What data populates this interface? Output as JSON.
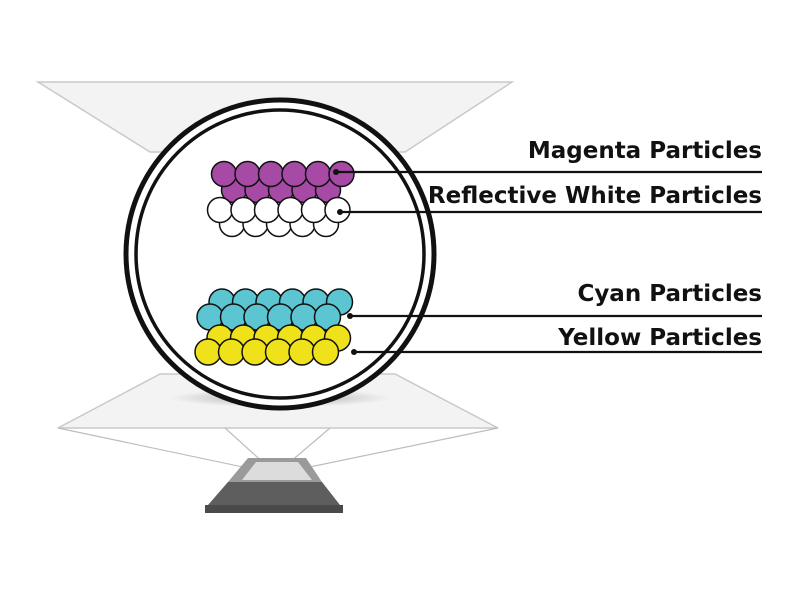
{
  "labels": {
    "magenta": "Magenta Particles",
    "white": "Reflective White Particles",
    "cyan": "Cyan Particles",
    "yellow": "Yellow Particles"
  },
  "colors": {
    "magenta": "#a64aa6",
    "white": "#ffffff",
    "cyan": "#5cc5d2",
    "yellow": "#f0e21a",
    "outline": "#111111",
    "panel": "#f2f2f2"
  }
}
